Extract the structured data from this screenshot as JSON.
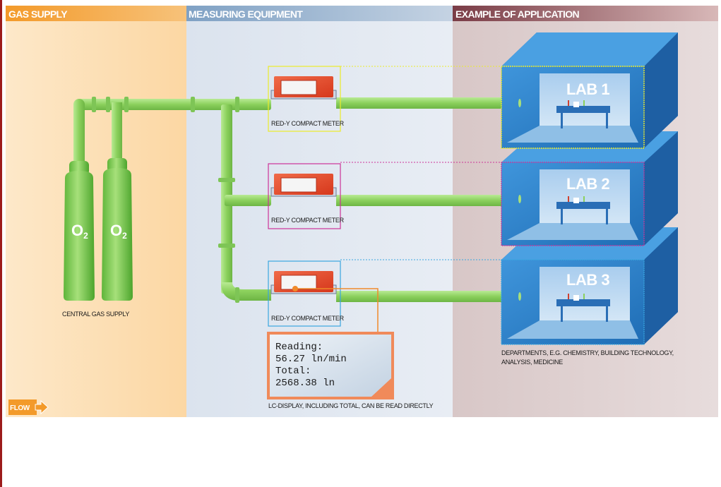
{
  "sections": {
    "gas_supply": "GAS SUPPLY",
    "measuring_equipment": "MEASURING EQUIPMENT",
    "example_of_application": "EXAMPLE OF APPLICATION"
  },
  "cylinders": [
    {
      "label_main": "O",
      "label_sub": "2"
    },
    {
      "label_main": "O",
      "label_sub": "2"
    }
  ],
  "central_gas_supply": "CENTRAL GAS SUPPLY",
  "meters": [
    {
      "label": "RED-Y COMPACT METER",
      "frame_color": "#ecec2a"
    },
    {
      "label": "RED-Y COMPACT METER",
      "frame_color": "#cc3399"
    },
    {
      "label": "RED-Y COMPACT METER",
      "frame_color": "#3aa6e0"
    }
  ],
  "labs": [
    {
      "label": "LAB 1"
    },
    {
      "label": "LAB 2"
    },
    {
      "label": "LAB 3"
    }
  ],
  "lcd": {
    "line1": "Reading:",
    "line2": "56.27 ln/min",
    "line3": "Total:",
    "line4": "2568.38 ln"
  },
  "lcd_caption": "LC-DISPLAY, INCLUDING TOTAL, CAN BE READ DIRECTLY",
  "departments_line1": "DEPARTMENTS, E.G. CHEMISTRY, BUILDING TECHNOLOGY,",
  "departments_line2": "ANALYSIS, MEDICINE",
  "flow_label": "FLOW",
  "colors": {
    "gas_panel": "#fde3bd",
    "measuring_panel": "#e3e9f2",
    "application_panel": "#dfd1d1",
    "pipe": "#8fd35f",
    "meter": "#e8492a",
    "lab": "#2f83cc",
    "border": "#9c1b1b"
  }
}
